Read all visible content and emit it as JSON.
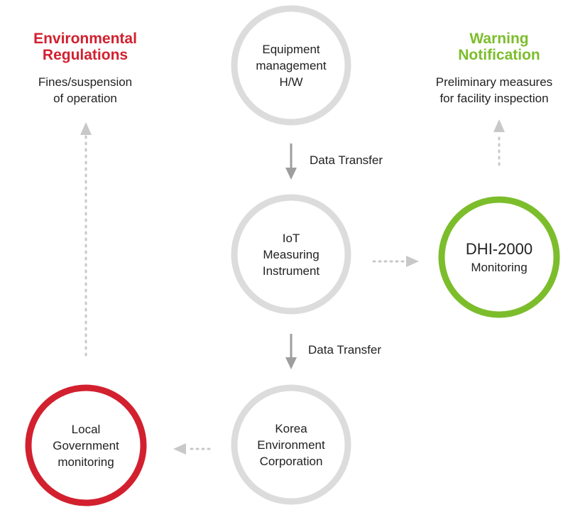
{
  "colors": {
    "gray_ring": "#dcdcdc",
    "arrow_gray": "#9e9e9e",
    "dotted_gray": "#c8c8c8",
    "red": "#d2202f",
    "green": "#7cbd2c"
  },
  "nodes": {
    "equipment": {
      "lines": [
        "Equipment",
        "management",
        "H/W"
      ]
    },
    "iot": {
      "lines": [
        "IoT",
        "Measuring",
        "Instrument"
      ]
    },
    "dhi": {
      "title": "DHI-2000",
      "subtitle": "Monitoring"
    },
    "korea_env": {
      "lines": [
        "Korea",
        "Environment",
        "Corporation"
      ]
    },
    "local_gov": {
      "lines": [
        "Local",
        "Government",
        "monitoring"
      ]
    }
  },
  "environmental_regulations": {
    "heading_lines": [
      "Environmental",
      "Regulations"
    ],
    "desc_lines": [
      "Fines/suspension",
      "of operation"
    ]
  },
  "warning_notification": {
    "heading_lines": [
      "Warning",
      "Notification"
    ],
    "desc_lines": [
      "Preliminary measures",
      "for facility inspection"
    ]
  },
  "flows": {
    "data_transfer_1": "Data Transfer",
    "data_transfer_2": "Data Transfer"
  }
}
